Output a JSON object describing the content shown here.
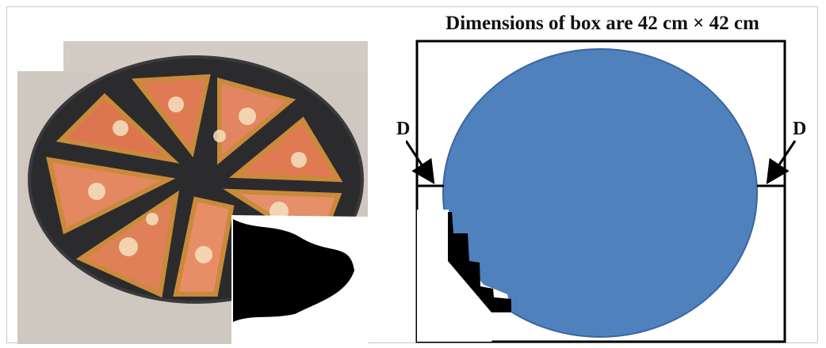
{
  "diagram": {
    "title": "Dimensions of box are 42 cm × 42 cm",
    "gap_label_left": "D",
    "gap_label_right": "D",
    "circle_color": "#4f81bd",
    "box_color": "#000000"
  },
  "photo": {
    "subject": "pizza-slices-on-dark-tray"
  }
}
